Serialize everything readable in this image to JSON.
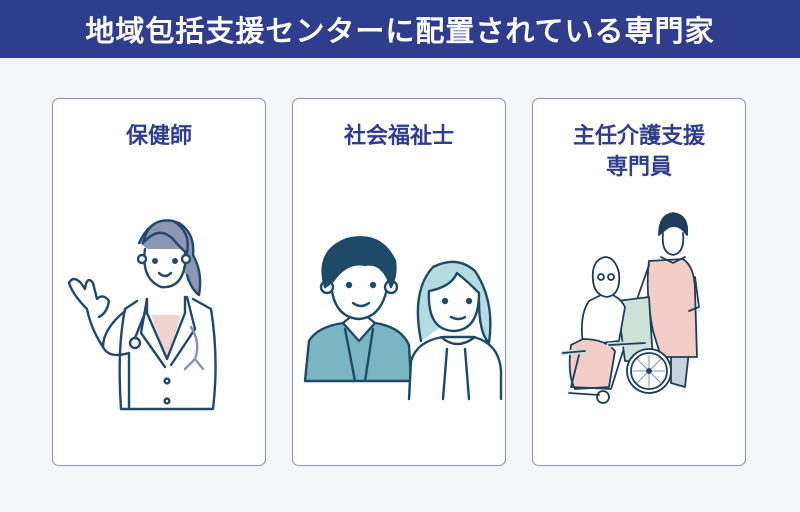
{
  "header": {
    "title": "地域包括支援センターに配置されている専門家"
  },
  "cards": [
    {
      "title": "保健師",
      "illustration": "nurse-illustration"
    },
    {
      "title": "社会福祉士",
      "illustration": "social-workers-illustration"
    },
    {
      "title": "主任介護支援\n専門員",
      "illustration": "care-manager-wheelchair-illustration"
    }
  ],
  "colors": {
    "header_bg": "#2e3d8c",
    "title_text": "#2e3d8c",
    "card_border": "#8c90bd",
    "page_bg": "#f4f7fa"
  }
}
